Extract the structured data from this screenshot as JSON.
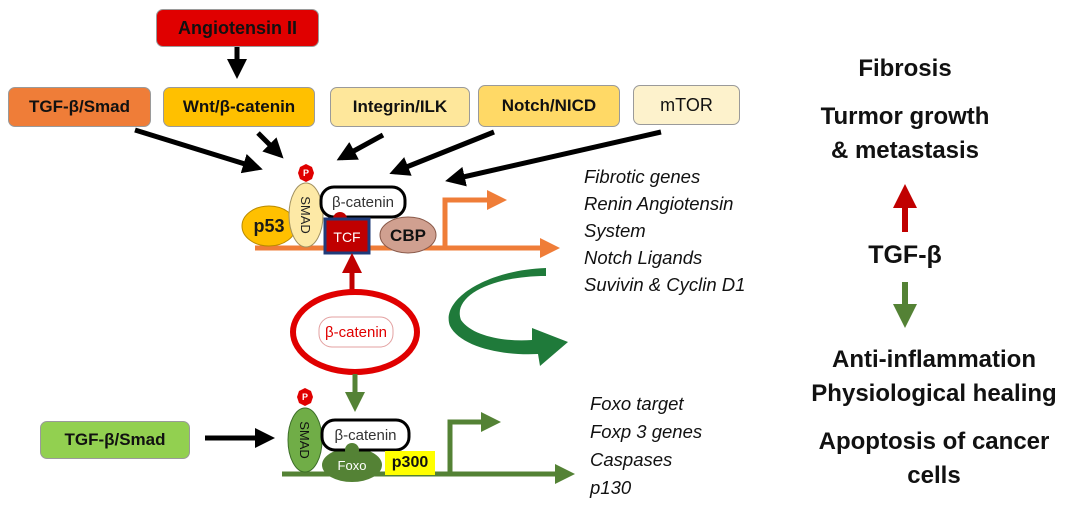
{
  "stimulus": {
    "label": "Angiotensin II",
    "color": "#e00000"
  },
  "pathways": [
    {
      "label": "TGF-β/Smad",
      "color": "#ef7d38"
    },
    {
      "label": "Wnt/β-catenin",
      "color": "#ffc000"
    },
    {
      "label": "Integrin/ILK",
      "color": "#fee79b"
    },
    {
      "label": "Notch/NICD",
      "color": "#ffd966"
    },
    {
      "label": "mTOR",
      "color": "#fdf2cc"
    }
  ],
  "upper_complex": {
    "phospho": "P",
    "smad": "SMAD",
    "beta_catenin": "β-catenin",
    "p53": "p53",
    "tcf": "TCF",
    "cbp": "CBP"
  },
  "upper_genes": [
    "Fibrotic genes",
    "Renin Angiotensin",
    "System",
    "Notch Ligands",
    "Suvivin & Cyclin D1"
  ],
  "center": {
    "label": "β-catenin"
  },
  "lower_stimulus": {
    "label": "TGF-β/Smad",
    "color": "#92d050"
  },
  "lower_complex": {
    "phospho": "P",
    "smad": "SMAD",
    "beta_catenin": "β-catenin",
    "foxo": "Foxo",
    "p300": "p300"
  },
  "lower_genes": [
    "Foxo target",
    "Foxp 3 genes",
    "Caspases",
    "p130"
  ],
  "outcomes": {
    "top": [
      "Fibrosis",
      "Turmor growth",
      "& metastasis"
    ],
    "center": "TGF-β",
    "bottom": [
      "Anti-inflammation",
      "Physiological healing",
      "Apoptosis of  cancer",
      "cells"
    ]
  },
  "colors": {
    "orange_line": "#ef7d38",
    "green_line": "#548235",
    "red_arrow": "#c00000",
    "green_arrow": "#548235"
  }
}
